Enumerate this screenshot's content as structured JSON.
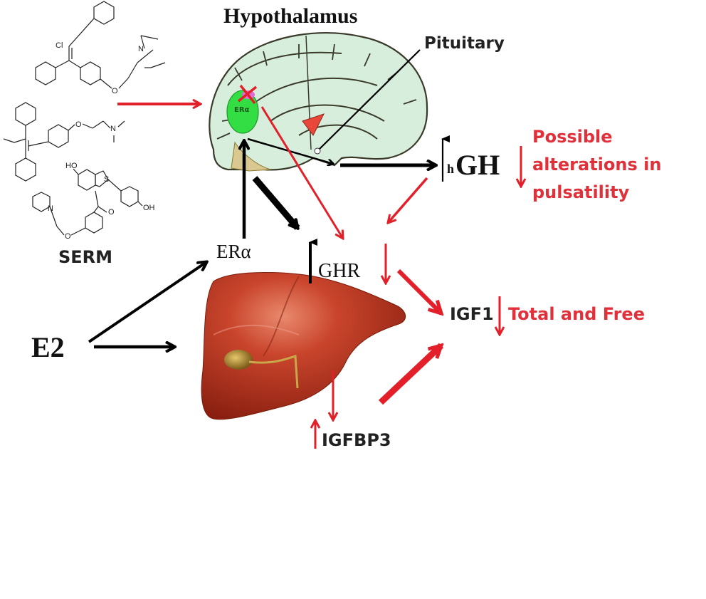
{
  "title": "Hypothalamus",
  "labels": {
    "pituitary": "Pituitary",
    "serm": "SERM",
    "e2": "E2",
    "era_liver": "ERα",
    "era_brain": "ERα",
    "ghr": "GHR",
    "hgh_prefix": "h",
    "hgh": "GH",
    "igf1": "IGF1",
    "igfbp3": "IGFBP3"
  },
  "annotations": {
    "gh_effect": [
      "Possible",
      "alterations in",
      "pulsatility"
    ],
    "igf1_effect": "Total and Free"
  },
  "chemistry": {
    "atoms": {
      "cl": "Cl",
      "n": "N",
      "o": "O",
      "s": "S",
      "oh": "OH",
      "ho": "HO"
    }
  },
  "colors": {
    "inhibit_red": "#e3202a",
    "stimulate_black": "#000000",
    "brain_fill": "#d8eedd",
    "era_green": "#33dd44",
    "liver_red": "#b8321f",
    "text_red": "#e0303a"
  },
  "relations": [
    {
      "from": "SERM",
      "to": "ERα (hypothalamus)",
      "type": "inhibit"
    },
    {
      "from": "Hypothalamus",
      "to": "hGH",
      "type": "stimulate"
    },
    {
      "from": "ERα (hypothalamus)",
      "to": "GHR",
      "type": "stimulate"
    },
    {
      "from": "ERα (hypothalamus)",
      "to": "GHR",
      "type": "inhibit"
    },
    {
      "from": "hGH",
      "to": "GHR",
      "type": "inhibit"
    },
    {
      "from": "E2",
      "to": "ERα",
      "type": "stimulate"
    },
    {
      "from": "E2",
      "to": "Liver",
      "type": "stimulate"
    },
    {
      "from": "ERα",
      "to": "ERα (hypothalamus)",
      "type": "stimulate"
    },
    {
      "from": "GHR",
      "to": "IGF1",
      "type": "inhibit"
    },
    {
      "from": "Liver",
      "to": "IGF1",
      "type": "inhibit"
    },
    {
      "from": "Liver",
      "to": "IGFBP3",
      "type": "inhibit"
    }
  ]
}
